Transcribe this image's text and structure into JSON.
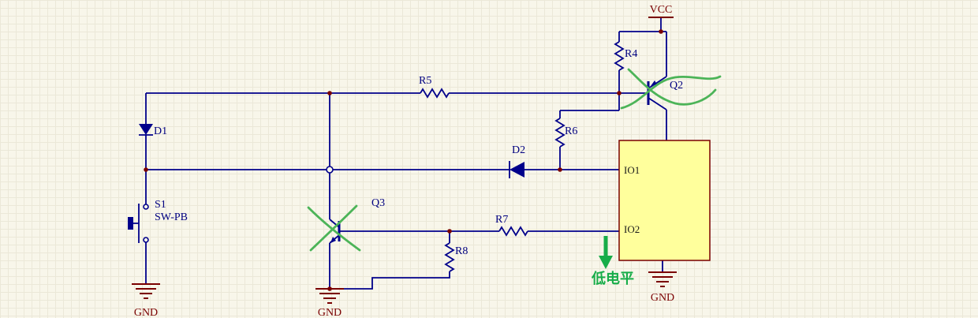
{
  "labels": {
    "vcc": "VCC",
    "gnd_left": "GND",
    "gnd_middle": "GND",
    "gnd_right": "GND",
    "r4": "R4",
    "r5": "R5",
    "r6": "R6",
    "r7": "R7",
    "r8": "R8",
    "d1": "D1",
    "d2": "D2",
    "q2": "Q2",
    "q3": "Q3",
    "s1": "S1",
    "s1_type": "SW-PB",
    "io1": "IO1",
    "io2": "IO2",
    "low_level": "低电平"
  },
  "colors": {
    "background": "#F8F6EA",
    "grid_minor": "#EBE8D8",
    "grid_major": "#E0DCC8",
    "wire": "#00008B",
    "component_label": "#000080",
    "power": "#7A0000",
    "junction": "#7A0000",
    "ic_fill": "#FFFF9C",
    "ic_border": "#7A0000",
    "pin_text": "#1A1A1A",
    "annotation_scribble": "#4CB458",
    "annotation_strong": "#17AD49"
  }
}
